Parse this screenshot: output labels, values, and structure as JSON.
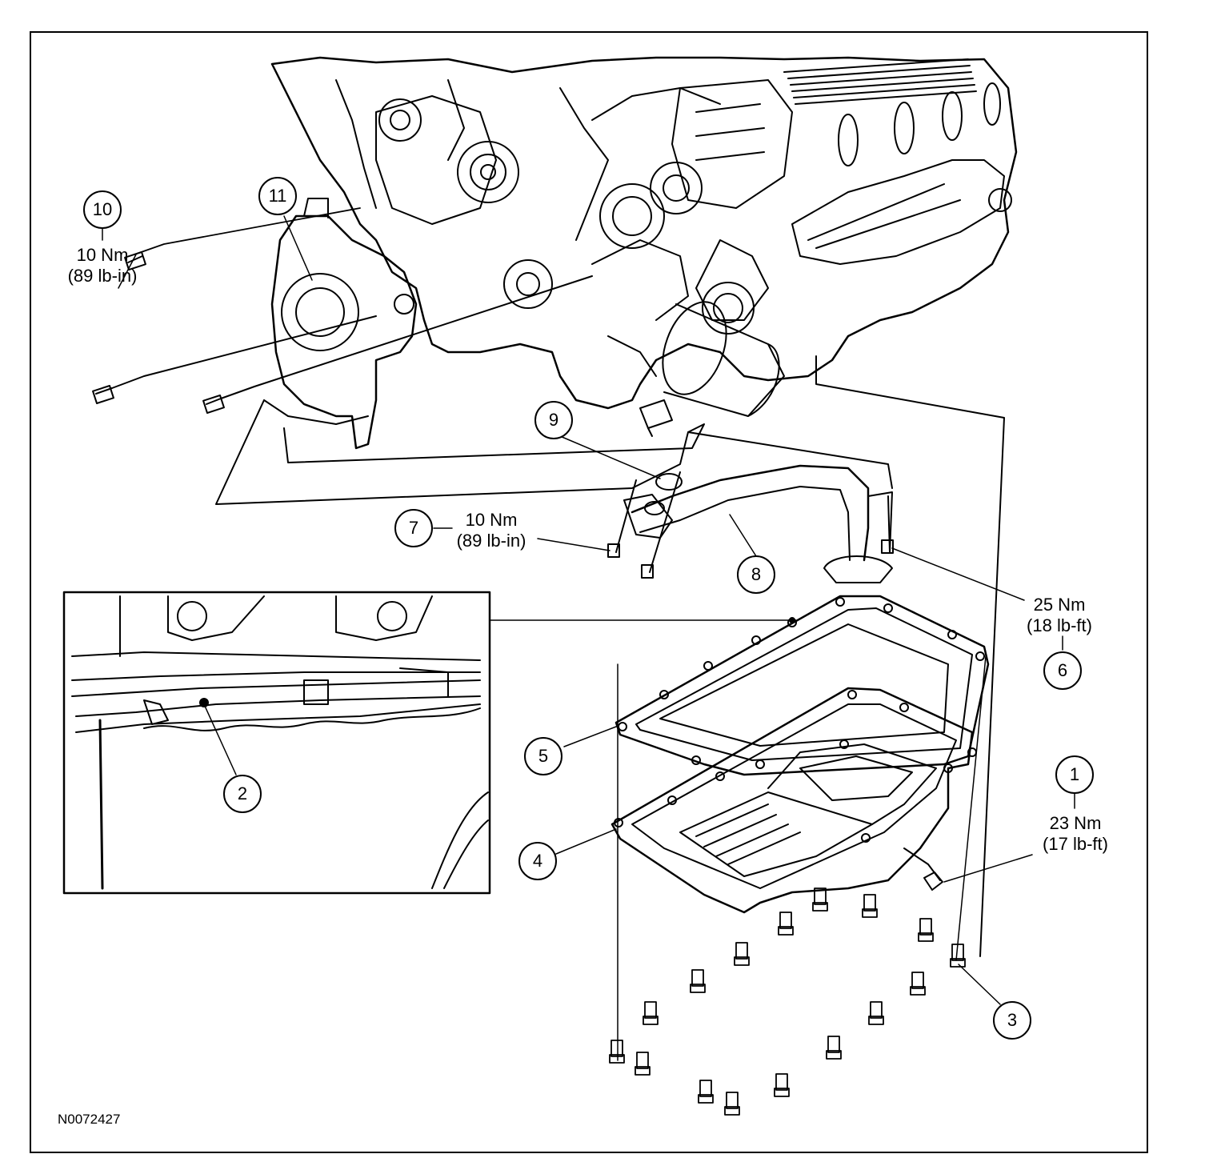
{
  "figure_code": "N0072427",
  "callouts": [
    "1",
    "2",
    "3",
    "4",
    "5",
    "6",
    "7",
    "8",
    "9",
    "10",
    "11"
  ],
  "torque_specs": {
    "item_10": {
      "metric": "10 Nm",
      "imperial": "(89 lb-in)"
    },
    "item_7": {
      "metric": "10 Nm",
      "imperial": "(89 lb-in)"
    },
    "item_6": {
      "metric": "25 Nm",
      "imperial": "(18 lb-ft)"
    },
    "item_1": {
      "metric": "23 Nm",
      "imperial": "(17 lb-ft)"
    }
  }
}
